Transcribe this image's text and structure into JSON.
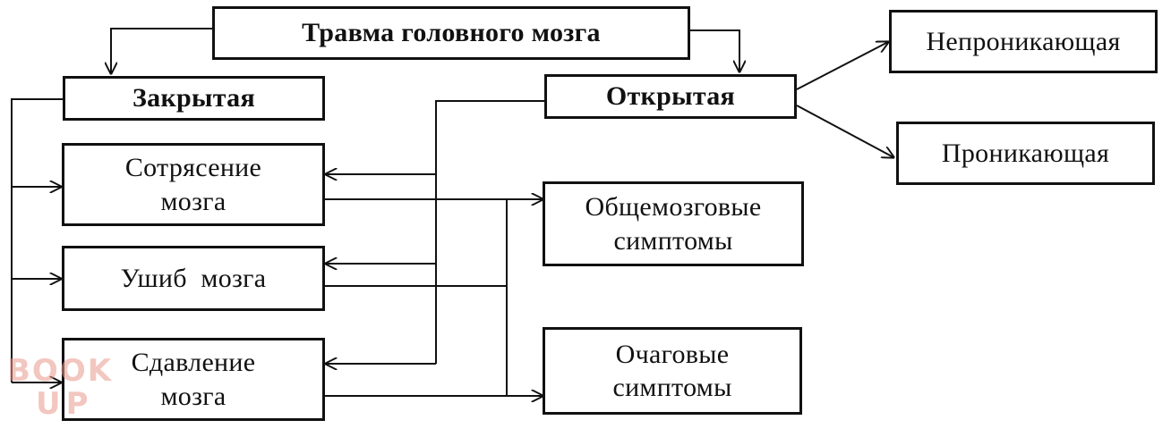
{
  "nodes": {
    "root": "Травма головного мозга",
    "closed": "Закрытая",
    "open": "Открытая",
    "non_penetrating": "Непроникающая",
    "penetrating": "Проникающая",
    "concussion_line1": "Сотрясение",
    "concussion_line2": "мозга",
    "contusion": "Ушиб  мозга",
    "compression_line1": "Сдавление",
    "compression_line2": "мозга",
    "general_line1": "Общемозговые",
    "general_line2": "симптомы",
    "focal_line1": "Очаговые",
    "focal_line2": "симптомы"
  },
  "watermark": {
    "line1": "BOOK",
    "line2": "UP"
  },
  "colors": {
    "ink": "#111111",
    "watermark": "#e99a8e"
  }
}
